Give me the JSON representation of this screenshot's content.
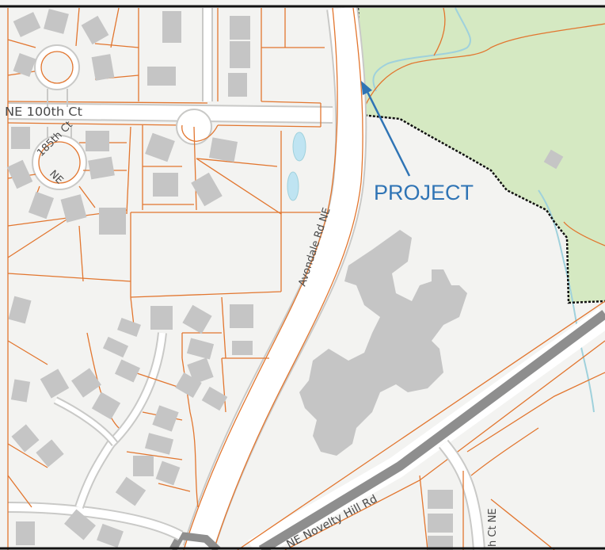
{
  "map": {
    "colors": {
      "background": "#f3f3f1",
      "road_fill": "#ffffff",
      "road_edge": "#c9c9c7",
      "parcel_line": "#e2762f",
      "building": "#c5c5c5",
      "park_fill": "#d5e9c2",
      "water_line": "#9fd1dc",
      "pond_fill": "#bfe4f2",
      "highway": "#8e8e8e",
      "project_boundary": "#111111",
      "callout": "#2f74b5"
    },
    "labels": {
      "ne_100th_ct": "NE 100th Ct",
      "185th_ct_ne_top": "185th Ct",
      "185th_ct_ne_bottom": "NE",
      "avondale_rd_ne": "Avondale Rd NE",
      "ne_novelty_hill_rd": "NE Novelty Hill Rd",
      "ct_ne_bottom": "h Ct NE"
    },
    "callout": {
      "text": "PROJECT",
      "icon": "arrow-icon"
    }
  }
}
